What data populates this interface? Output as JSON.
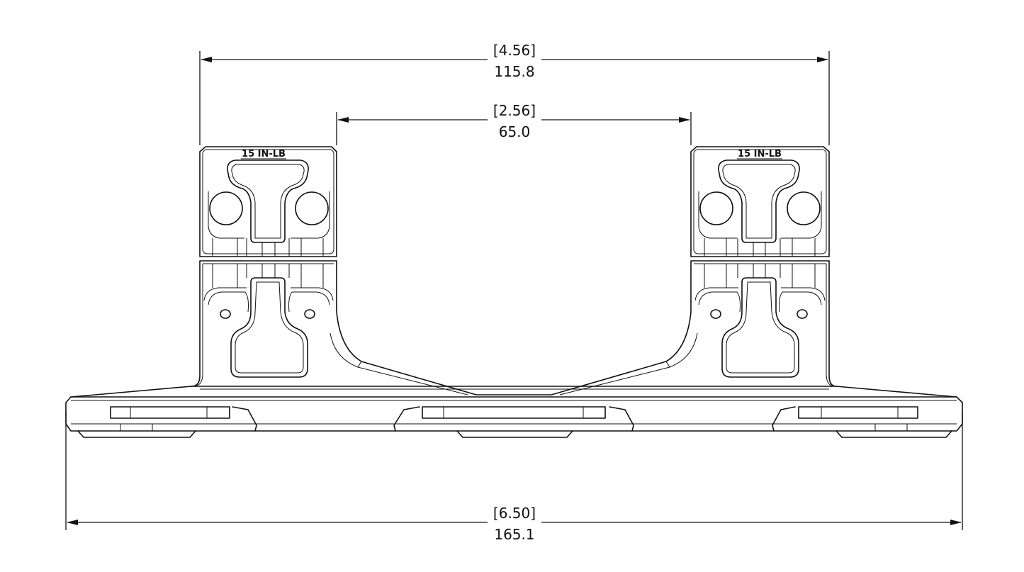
{
  "dimensions": {
    "top_outer": {
      "inches": "[4.56]",
      "mm": "115.8"
    },
    "top_inner": {
      "inches": "[2.56]",
      "mm": "65.0"
    },
    "bottom_overall": {
      "inches": "[6.50]",
      "mm": "165.1"
    }
  },
  "labels": {
    "torque_left": "15 IN-LB",
    "torque_right": "15 IN-LB"
  },
  "colors": {
    "line": "#111111",
    "background": "#ffffff"
  }
}
